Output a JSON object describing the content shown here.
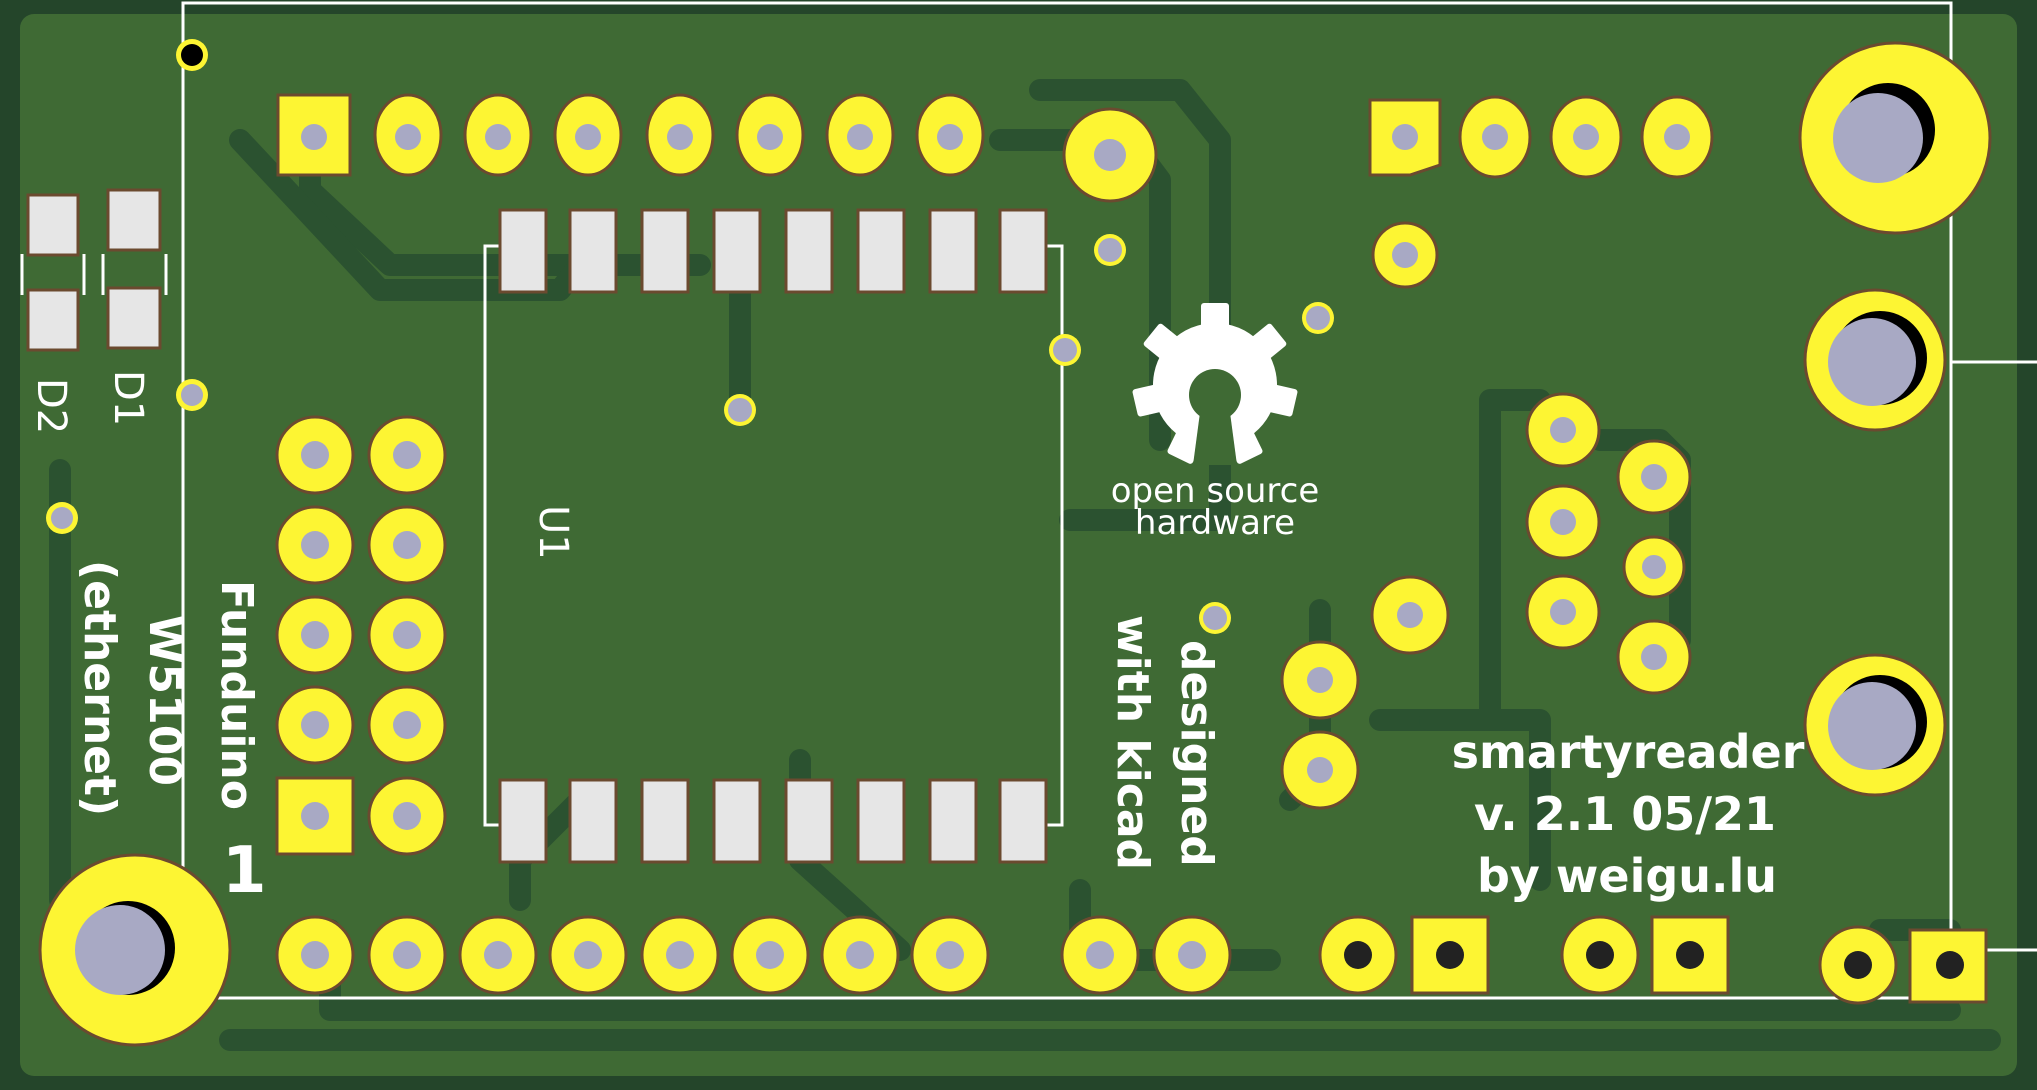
{
  "board": {
    "colors": {
      "substrate": "#24452a",
      "copper_fill": "#3f6a34",
      "trace_edge": "#2b5230",
      "pad": "#fdf533",
      "pad_ring_outline": "#6b4a2f",
      "smd_pad": "#e6e6e6",
      "hole": "#a8a9c4",
      "silkscreen": "#ffffff"
    }
  },
  "labels": {
    "d2": "D2",
    "d1": "D1",
    "u1": "U1",
    "funduino_l1": "Funduino",
    "funduino_l2": "W5100",
    "funduino_l3": "(ethernet)",
    "pin1": "1",
    "osh_l1": "open source",
    "osh_l2": "hardware",
    "kicad_l1": "designed",
    "kicad_l2": "with kicad",
    "info_l1": "smartyreader",
    "info_l2": "v. 2.1 05/21",
    "info_l3": "by weigu.lu"
  },
  "icons": {
    "osh_logo": "open-source-hardware-gear-icon"
  }
}
